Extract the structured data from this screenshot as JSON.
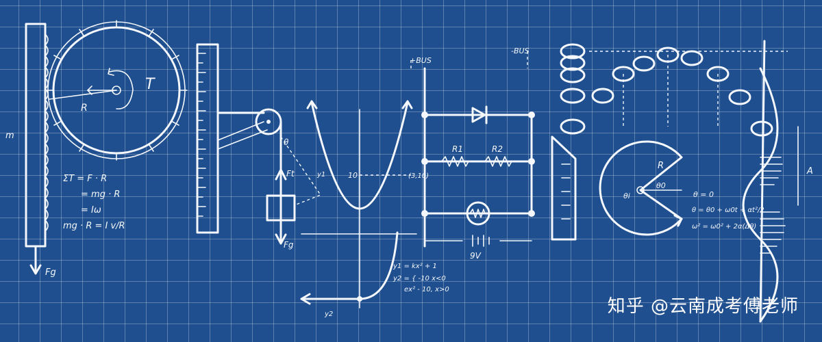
{
  "watermark": {
    "text": "知乎 @云南成考傅老师"
  },
  "annotations": {
    "torque": "T",
    "radius": "R",
    "eq1": "ΣT = F · R",
    "eq2": "= mg · R",
    "eq3": "= Iω",
    "eq4": "mg · R = I v/R",
    "fg1": "Fg",
    "m": "m",
    "ft": "Ft",
    "theta": "θ",
    "fg2": "Fg",
    "bus_pos": "+BUS",
    "bus_neg": "-BUS",
    "r1": "R1",
    "r2": "R2",
    "battery": "9V",
    "ten": "10",
    "point": "(3,10)",
    "y1": "y1",
    "y2": "y2",
    "fn1": "y1 = kx² + 1",
    "fn2": "y2 = { -10  x<0",
    "fn3": "ex² - 10, x>0",
    "r_big": "R",
    "theta0": "θ0",
    "theta_i": "θi",
    "theta_eq": "θ = 0",
    "kin1": "θ = θ0 + ω0t + αt²/2",
    "kin2": "ω² = ω0² + 2α(Δθ)",
    "A": "A"
  }
}
